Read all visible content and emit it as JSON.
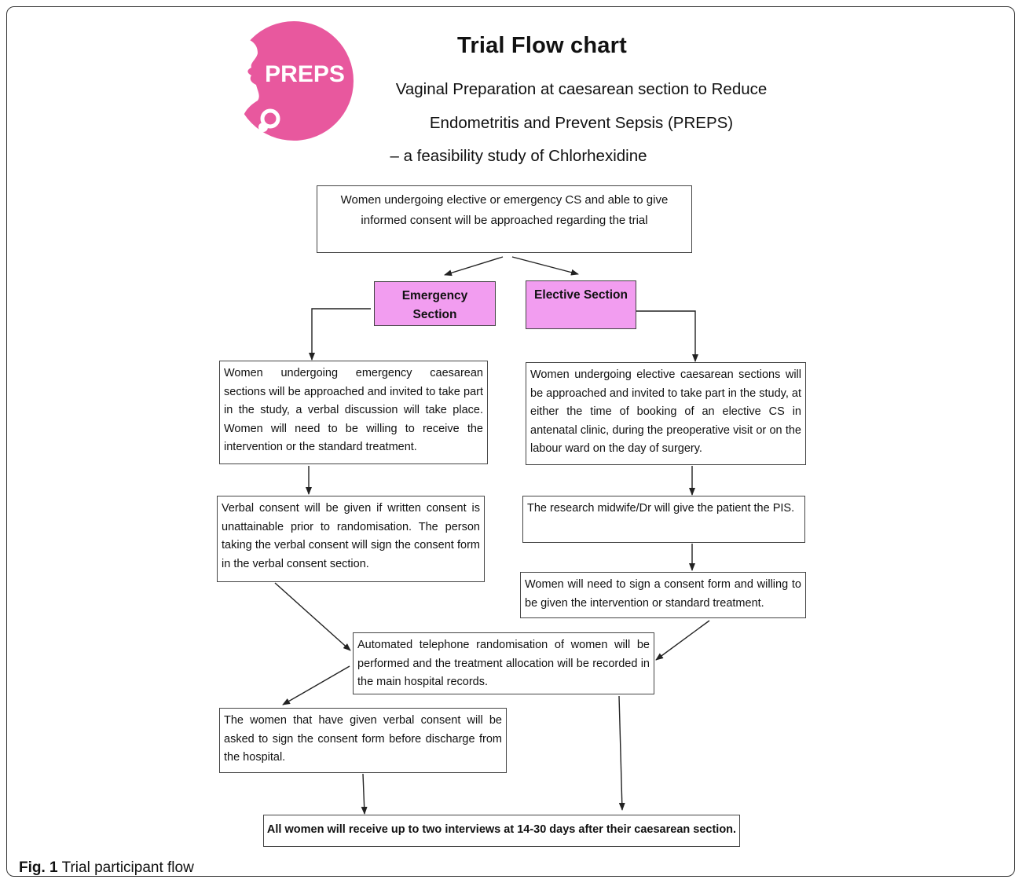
{
  "logo": {
    "text": "PREPS",
    "color": "#e8589e"
  },
  "header": {
    "title": "Trial Flow chart",
    "subtitle_line1": "Vaginal Preparation at caesarean section to Reduce",
    "subtitle_line2": "Endometritis and Prevent Sepsis (PREPS)",
    "subtitle_line3": "– a feasibility study of Chlorhexidine"
  },
  "flow": {
    "start": "Women undergoing elective or emergency CS and able to give informed consent will be approached regarding the trial",
    "emergency_label": "Emergency Section",
    "elective_label": "Elective Section",
    "emergency_step1": "Women undergoing emergency caesarean sections will be approached and invited to take part in the study, a verbal discussion will take place. Women will need to be willing to receive the intervention or the standard treatment.",
    "emergency_step2": "Verbal consent will be given if written consent is unattainable prior to randomisation. The person taking the verbal consent will sign the consent form in the verbal consent section.",
    "elective_step1": "Women undergoing elective caesarean sections will be approached and invited to take part in the study, at either the time of booking of an elective CS in antenatal clinic, during the preoperative visit or on the labour ward on the day of surgery.",
    "elective_step2": "The research midwife/Dr will give the patient the PIS.",
    "elective_step3": "Women will need to sign a consent form and willing to be given the intervention or standard treatment.",
    "randomisation": "Automated telephone randomisation of women will be performed and the treatment allocation will be recorded in the main hospital records.",
    "verbal_followup": "The women that have given verbal consent will be asked to sign the consent form before discharge from the hospital.",
    "final": "All women will receive up to two interviews at 14-30 days after their caesarean section."
  },
  "caption": {
    "label": "Fig. 1",
    "text": "Trial participant flow"
  }
}
